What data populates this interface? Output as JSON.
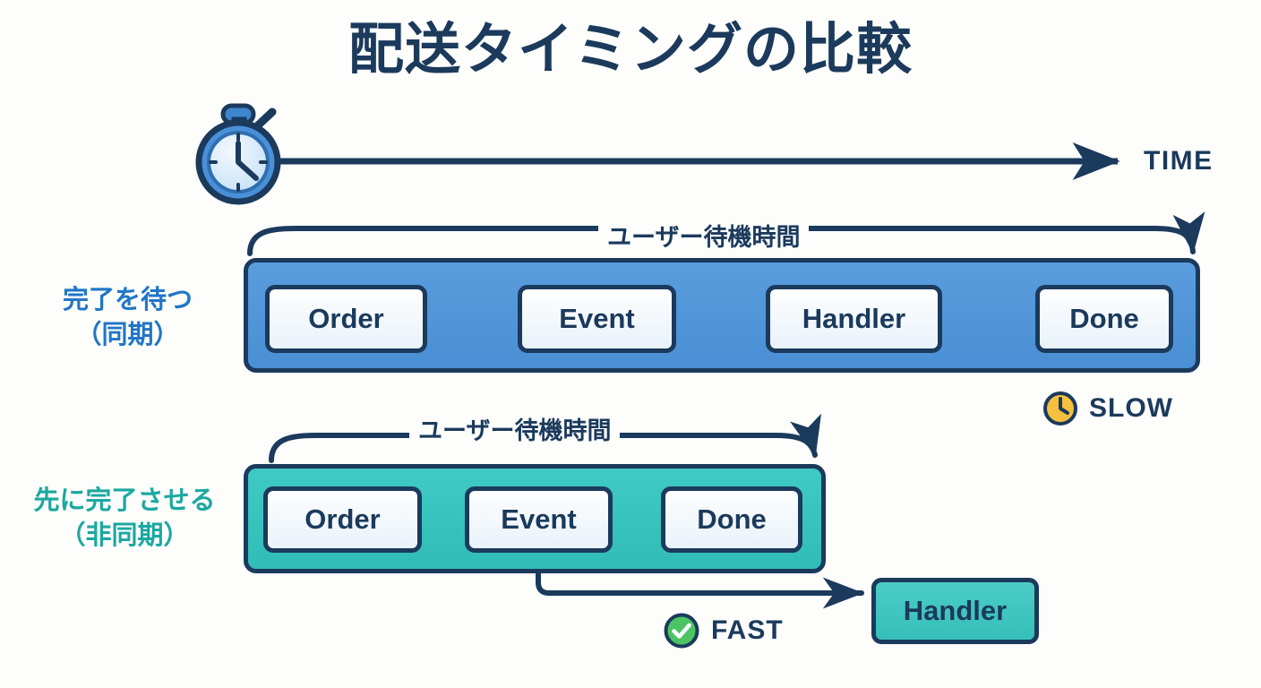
{
  "page": {
    "title": "配送タイミングの比較",
    "background_color": "#fdfdfb",
    "ink_color": "#1b3a5c"
  },
  "timeline": {
    "icon": "stopwatch-icon",
    "axis_label": "TIME"
  },
  "rows": [
    {
      "id": "sync",
      "side_label_line1": "完了を待つ",
      "side_label_line2": "（同期）",
      "side_label_color": "#2176c7",
      "bracket_caption": "ユーザー待機時間",
      "band_color": "#4a90d9",
      "steps": [
        "Order",
        "Event",
        "Handler",
        "Done"
      ],
      "badge": {
        "icon": "clock-icon",
        "label": "SLOW",
        "color": "#f5c03e"
      }
    },
    {
      "id": "async",
      "side_label_line1": "先に完了させる",
      "side_label_line2": "（非同期）",
      "side_label_color": "#1ba8a0",
      "bracket_caption": "ユーザー待機時間",
      "band_color": "#35c4bd",
      "steps": [
        "Order",
        "Event",
        "Done"
      ],
      "branch_step": "Handler",
      "badge": {
        "icon": "check-circle-icon",
        "label": "FAST",
        "color": "#4cc464"
      }
    }
  ]
}
